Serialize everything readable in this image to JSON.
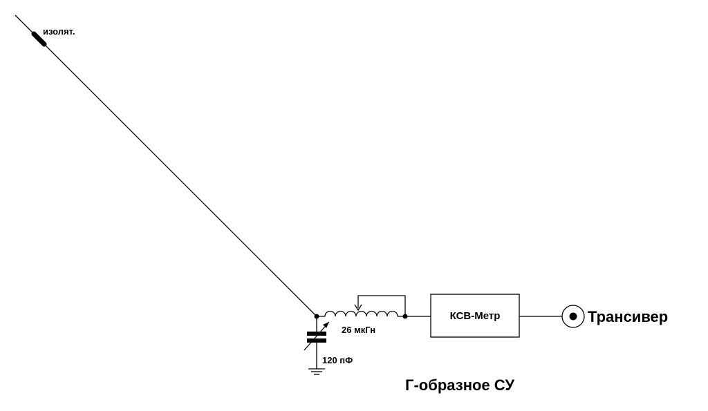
{
  "labels": {
    "insulator": "изолят.",
    "inductor": "26 мкГн",
    "capacitor": "120 пФ",
    "swr_meter": "КСВ-Метр",
    "transceiver": "Трансивер",
    "title": "Г-образное СУ"
  },
  "colors": {
    "line": "#000000",
    "background": "#ffffff"
  }
}
